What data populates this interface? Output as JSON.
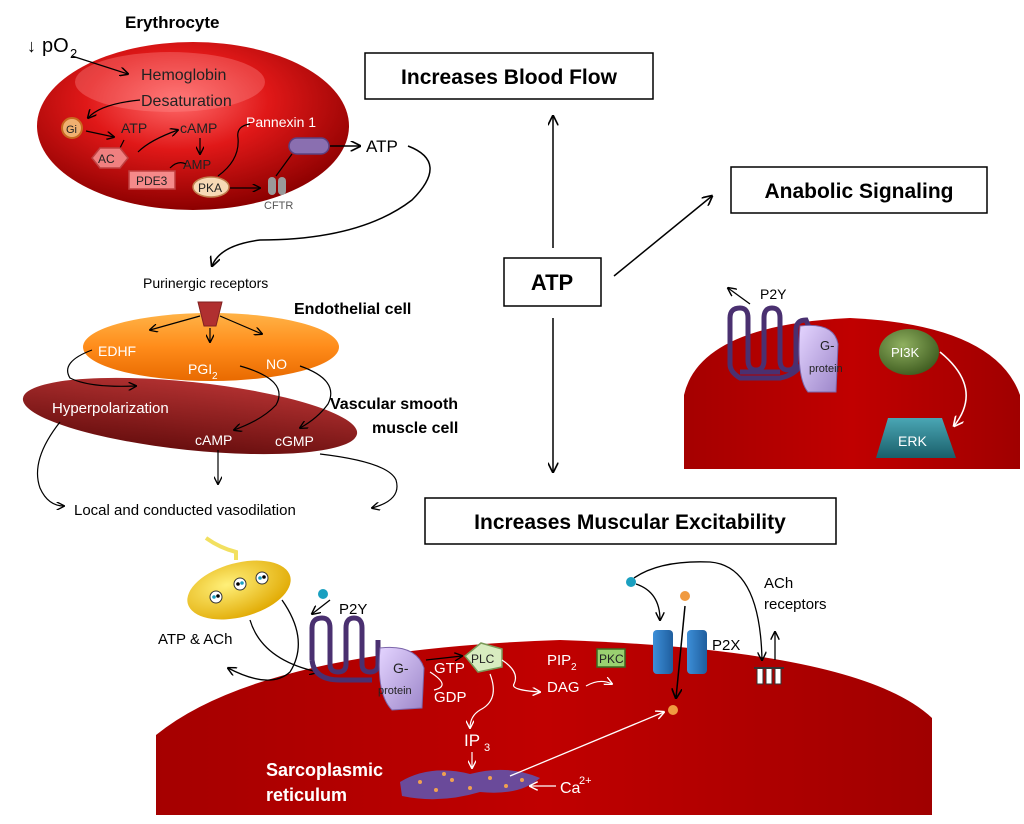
{
  "boxes": {
    "blood_flow": "Increases Blood Flow",
    "anabolic": "Anabolic Signaling",
    "atp": "ATP",
    "excitability": "Increases Muscular Excitability"
  },
  "erythrocyte": {
    "title": "Erythrocyte",
    "po2_arrow": "↓",
    "po2": "pO",
    "po2_sub": "2",
    "hemoglobin": "Hemoglobin",
    "desaturation": "Desaturation",
    "gi": "Gi",
    "atp": "ATP",
    "camp": "cAMP",
    "pannexin": "Pannexin 1",
    "ac": "AC",
    "amp": "AMP",
    "pde3": "PDE3",
    "pka": "PKA",
    "cftr": "CFTR",
    "atp_out": "ATP"
  },
  "vessel": {
    "purinergic": "Purinergic receptors",
    "endothelial": "Endothelial cell",
    "edhf": "EDHF",
    "pgi": "PGI",
    "pgi_sub": "2",
    "no": "NO",
    "hyperpolarization": "Hyperpolarization",
    "vsm_line1": "Vascular smooth",
    "vsm_line2": "muscle cell",
    "camp": "cAMP",
    "cgmp": "cGMP",
    "vasodilation": "Local and conducted vasodilation"
  },
  "anabolic_cell": {
    "p2y": "P2Y",
    "gprotein_1": "G-",
    "gprotein_2": "protein",
    "pi3k": "PI3K",
    "erk": "ERK"
  },
  "muscle": {
    "atp_ach": "ATP & ACh",
    "p2y": "P2Y",
    "gprotein_1": "G-",
    "gprotein_2": "protein",
    "gtp": "GTP",
    "gdp": "GDP",
    "plc": "PLC",
    "pip": "PIP",
    "pip_sub": "2",
    "dag": "DAG",
    "pkc": "PKC",
    "ip": "IP",
    "ip_sub": "3",
    "sr_line1": "Sarcoplasmic",
    "sr_line2": "reticulum",
    "ca": "Ca",
    "ca_sup": "2+",
    "p2x": "P2X",
    "ach_line1": "ACh",
    "ach_line2": "receptors"
  }
}
